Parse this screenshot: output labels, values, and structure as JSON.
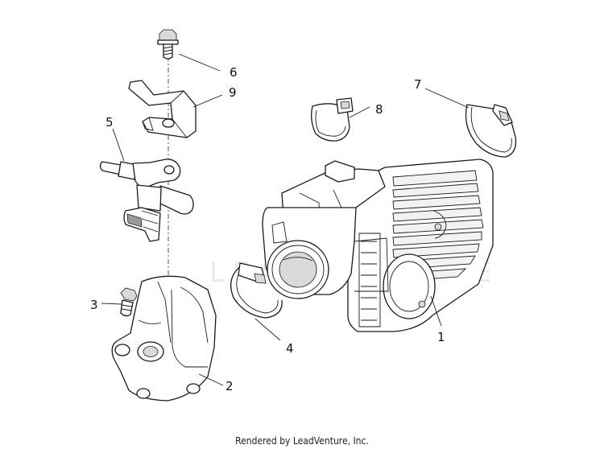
{
  "diagram": {
    "watermark": "LEADVENTURE",
    "credit": "Rendered by LeadVenture, Inc.",
    "callouts": [
      {
        "id": "1",
        "label": "1"
      },
      {
        "id": "2",
        "label": "2"
      },
      {
        "id": "3",
        "label": "3"
      },
      {
        "id": "4",
        "label": "4"
      },
      {
        "id": "5",
        "label": "5"
      },
      {
        "id": "6",
        "label": "6"
      },
      {
        "id": "7",
        "label": "7"
      },
      {
        "id": "8",
        "label": "8"
      },
      {
        "id": "9",
        "label": "9"
      }
    ]
  }
}
